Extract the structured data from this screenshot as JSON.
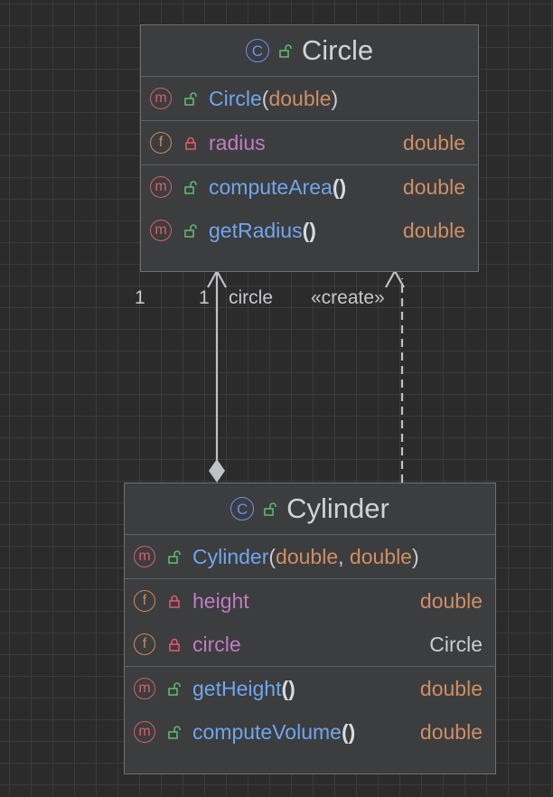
{
  "classes": {
    "circle": {
      "name": "Circle",
      "constructor": {
        "name": "Circle",
        "open": "(",
        "params": "double",
        "close": ")"
      },
      "field": {
        "name": "radius",
        "type": "double"
      },
      "methods": [
        {
          "name": "computeArea",
          "parens": "()",
          "type": "double"
        },
        {
          "name": "getRadius",
          "parens": "()",
          "type": "double"
        }
      ]
    },
    "cylinder": {
      "name": "Cylinder",
      "constructor": {
        "name": "Cylinder",
        "open": "(",
        "param1": "double",
        "sep": ", ",
        "param2": "double",
        "close": ")"
      },
      "fields": [
        {
          "name": "height",
          "type": "double"
        },
        {
          "name": "circle",
          "type": "Circle"
        }
      ],
      "methods": [
        {
          "name": "getHeight",
          "parens": "()",
          "type": "double"
        },
        {
          "name": "computeVolume",
          "parens": "()",
          "type": "double"
        }
      ]
    }
  },
  "icons": {
    "class": "C",
    "method": "m",
    "field": "f"
  },
  "relations": {
    "composition": {
      "source_multiplicity": "1",
      "target_multiplicity": "1",
      "role": "circle"
    },
    "dependency": {
      "stereotype": "«create»"
    }
  },
  "colors": {
    "background": "#2b2b2b",
    "method_name": "#6fa6ec",
    "field_name": "#c07cc2",
    "type": "#cf8f63",
    "method_icon": "#d3616a",
    "field_icon": "#c98b5e",
    "class_icon": "#6c8ef2",
    "public": "#5fb86a",
    "private": "#e0586a"
  }
}
